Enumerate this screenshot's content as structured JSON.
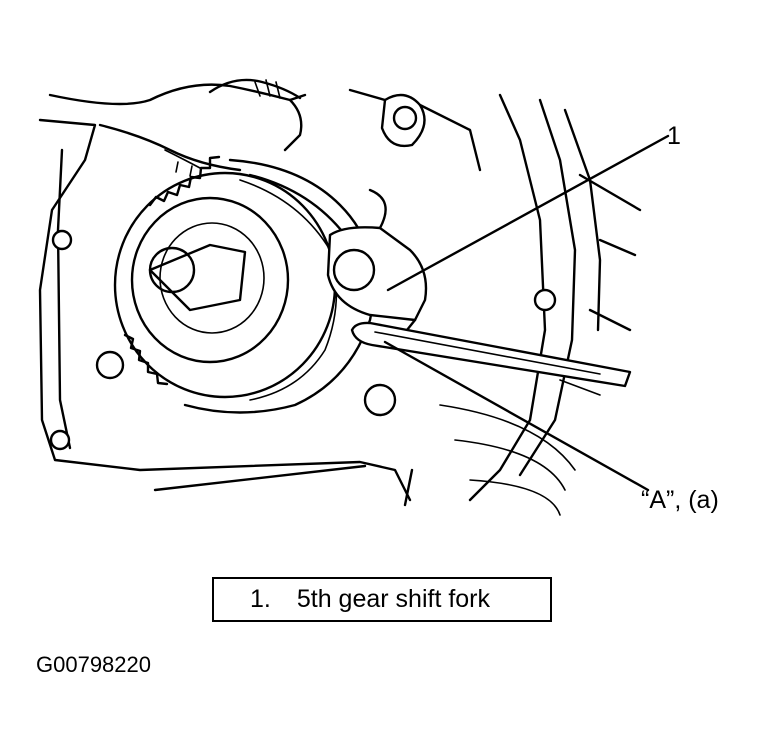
{
  "callouts": {
    "one": "1",
    "a": "“A”, (a)"
  },
  "legend": {
    "number": "1.",
    "text": "5th gear shift fork"
  },
  "figure_id": "G00798220"
}
